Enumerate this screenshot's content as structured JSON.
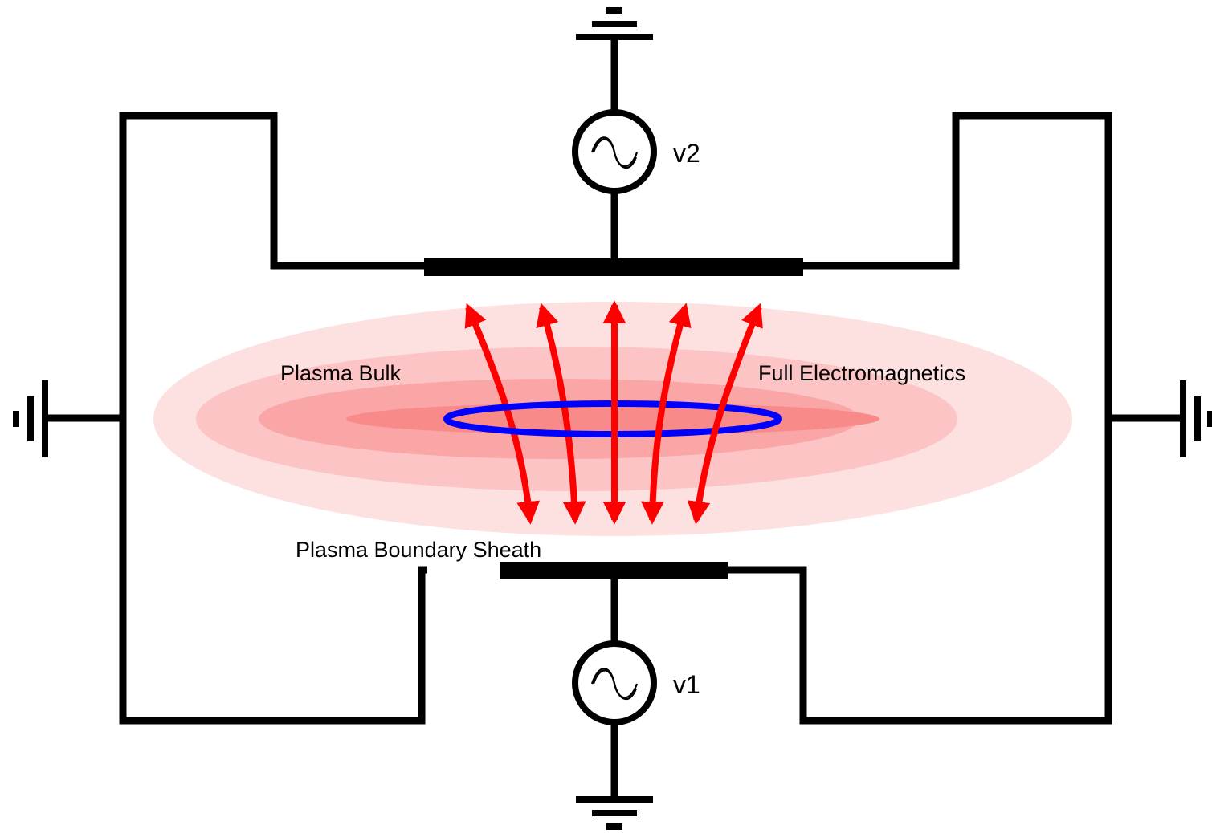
{
  "labels": {
    "plasma_bulk": "Plasma Bulk",
    "full_em": "Full Electromagnetics",
    "sheath": "Plasma Boundary Sheath"
  },
  "sources": {
    "top": "v2",
    "bottom": "v1"
  },
  "colors": {
    "wire": "#000000",
    "field_arrows": "#ff0000",
    "current_loop": "#0000ff",
    "plasma_outer": "#fde0e0",
    "plasma_mid": "#fcc4c4",
    "plasma_inner": "#faa6a6",
    "plasma_core": "#f88a8a"
  }
}
